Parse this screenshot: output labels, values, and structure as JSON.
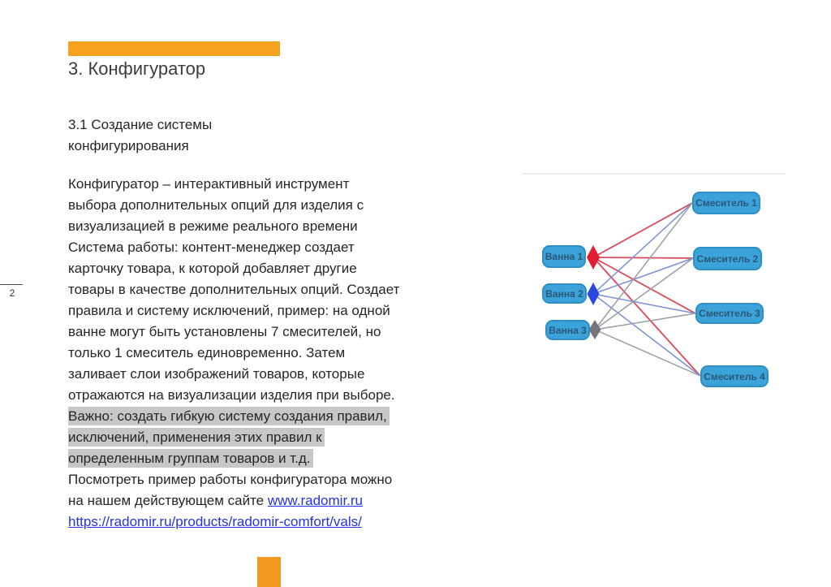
{
  "slide": {
    "page_number": "2",
    "title": "3. Конфигуратор",
    "subtitle": "3.1 Создание системы конфигурирования",
    "accent_color": "#F6A21E"
  },
  "body": {
    "lines": [
      "Конфигуратор – интерактивный инструмент",
      "выбора дополнительных опций для изделия с",
      "визуализацией в режиме реального времени",
      "Система работы: контент-менеджер создает",
      "карточку товара, к которой добавляет другие",
      "товары в качестве дополнительных опций. Создает",
      "правила и систему исключений, пример: на одной",
      "ванне могут быть установлены 7 смесителей, но",
      "только 1 смеситель единовременно. Затем",
      "заливает слои изображений товаров, которые",
      "отражаются на визуализации изделия при выборе."
    ],
    "highlighted_lines": [
      "Важно: создать гибкую систему создания правил,",
      "исключений, применения этих правил к",
      "определенным группам товаров и т.д."
    ],
    "closing_line": "Посмотреть пример работы конфигуратора можно",
    "site_line_prefix": "на нашем действующем сайте ",
    "site_link": "www.radomir.ru",
    "products_link": "https://radomir.ru/products/radomir-comfort/vals/",
    "highlight_color": "#C7C7C7",
    "link_color": "#2433DD"
  },
  "diagram": {
    "bath_nodes": [
      {
        "label": "Ванна 1",
        "connector_color": "#E11D33"
      },
      {
        "label": "Ванна 2",
        "connector_color": "#2B46E0"
      },
      {
        "label": "Ванна 3",
        "connector_color": "#75757B"
      }
    ],
    "mixer_nodes": [
      {
        "label": "Смеситель 1"
      },
      {
        "label": "Смеситель 2"
      },
      {
        "label": "Смеситель 3"
      },
      {
        "label": "Смеситель 4"
      }
    ],
    "node_fill": "#3BA2DA",
    "node_border": "#2F8FC4",
    "edge_colors": {
      "red": "#D94A5C",
      "blue": "#7B8FD4",
      "gray": "#989CA3"
    }
  }
}
